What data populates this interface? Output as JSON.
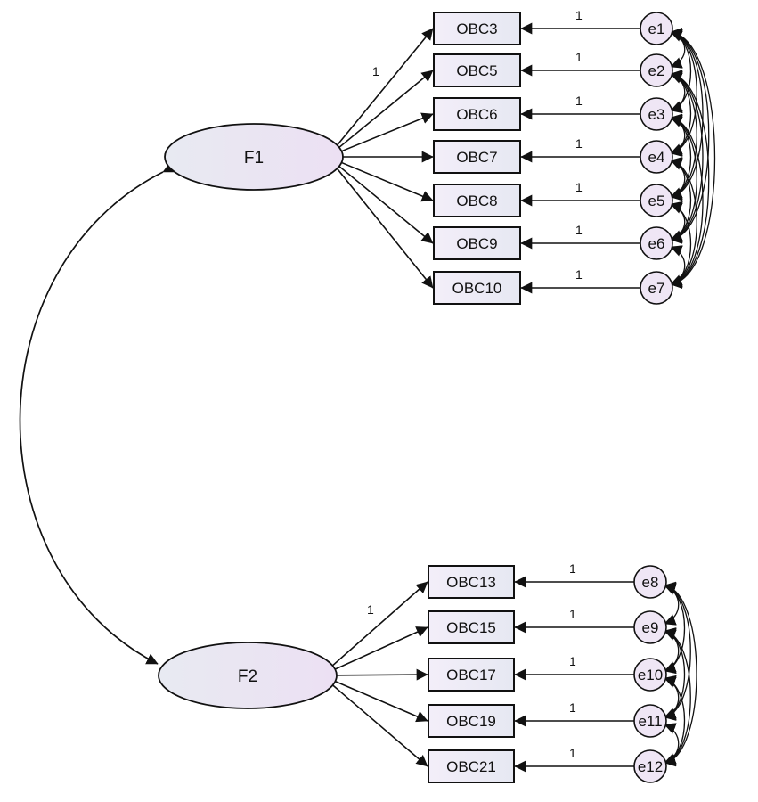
{
  "diagram": {
    "latents": [
      {
        "id": "F1",
        "label": "F1"
      },
      {
        "id": "F2",
        "label": "F2"
      }
    ],
    "observed": [
      {
        "label": "OBC3",
        "factor": "F1",
        "error": "e1"
      },
      {
        "label": "OBC5",
        "factor": "F1",
        "error": "e2"
      },
      {
        "label": "OBC6",
        "factor": "F1",
        "error": "e3"
      },
      {
        "label": "OBC7",
        "factor": "F1",
        "error": "e4"
      },
      {
        "label": "OBC8",
        "factor": "F1",
        "error": "e5"
      },
      {
        "label": "OBC9",
        "factor": "F1",
        "error": "e6"
      },
      {
        "label": "OBC10",
        "factor": "F1",
        "error": "e7"
      },
      {
        "label": "OBC13",
        "factor": "F2",
        "error": "e8"
      },
      {
        "label": "OBC15",
        "factor": "F2",
        "error": "e9"
      },
      {
        "label": "OBC17",
        "factor": "F2",
        "error": "e10"
      },
      {
        "label": "OBC19",
        "factor": "F2",
        "error": "e11"
      },
      {
        "label": "OBC21",
        "factor": "F2",
        "error": "e12"
      }
    ],
    "errors": [
      "e1",
      "e2",
      "e3",
      "e4",
      "e5",
      "e6",
      "e7",
      "e8",
      "e9",
      "e10",
      "e11",
      "e12"
    ],
    "fixed_path_label": "1",
    "colors": {
      "box_fill_start": "#f3eef9",
      "box_fill_end": "#e6e8f2",
      "ellipse_fill_start": "#e8eaf2",
      "ellipse_fill_end": "#ece0f3",
      "error_fill": "#efe6f5",
      "stroke": "#111111"
    }
  }
}
